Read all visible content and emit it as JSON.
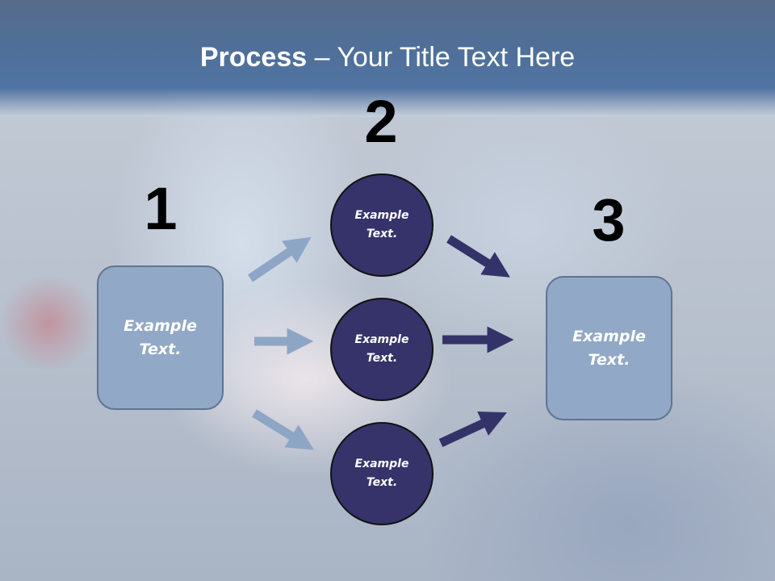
{
  "title": {
    "bold": "Process",
    "rest": " – Your Title Text Here"
  },
  "steps": [
    {
      "number": "1"
    },
    {
      "number": "2"
    },
    {
      "number": "3"
    }
  ],
  "nodes": {
    "start": "Example Text.",
    "middle": [
      "Example Text.",
      "Example Text.",
      "Example Text."
    ],
    "end": "Example Text."
  },
  "colors": {
    "light_arrow": "#8ea6c6",
    "dark_arrow": "#33336a",
    "box": "#91a8c6",
    "circle": "#35336a"
  }
}
